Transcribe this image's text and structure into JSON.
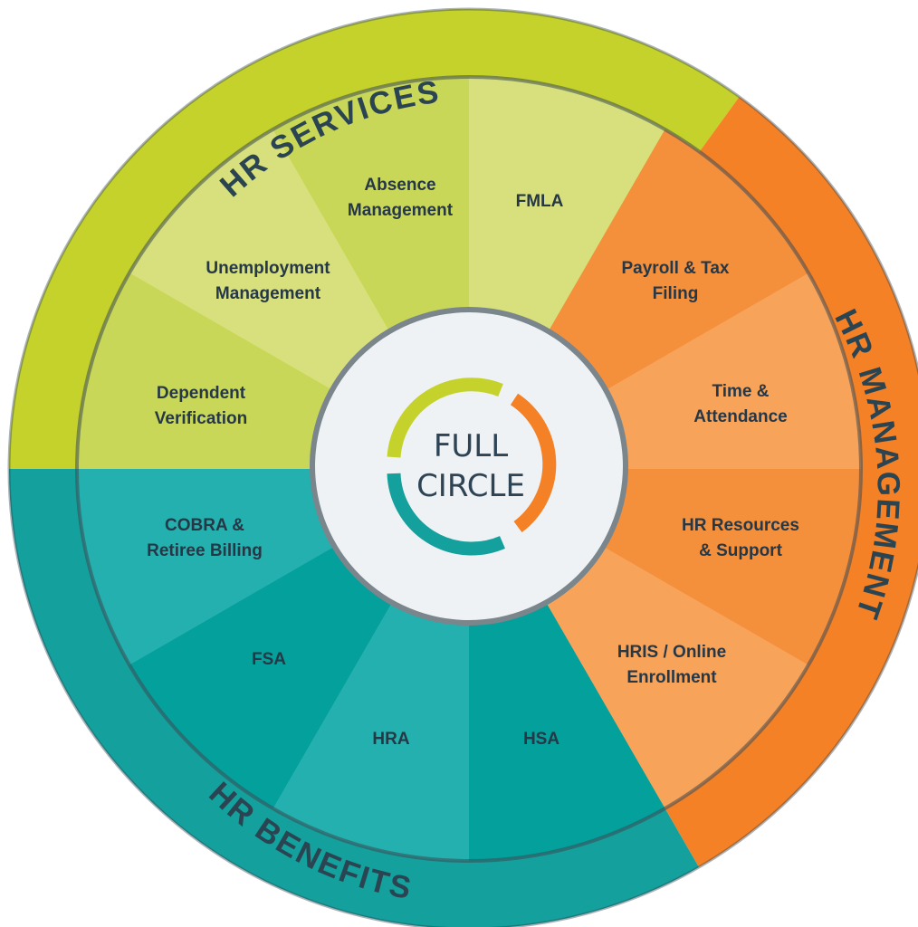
{
  "groups": [
    {
      "name": "HR SERVICES",
      "colors": {
        "ring": "#c4d22b",
        "light": "#d7e07c",
        "dark": "#c9d758"
      },
      "segments": [
        "FMLA",
        "Absence Management",
        "Unemployment Management",
        "Dependent Verification"
      ]
    },
    {
      "name": "HR BENEFITS",
      "colors": {
        "ring": "#14a09c",
        "light": "#24b0ae",
        "dark": "#03a09c"
      },
      "segments": [
        "COBRA & Retiree Billing",
        "FSA",
        "HRA",
        "HSA"
      ]
    },
    {
      "name": "HR MANAGEMENT",
      "colors": {
        "ring": "#f48126",
        "light": "#f7a35a",
        "dark": "#f48f3c"
      },
      "segments": [
        "HRIS / Online Enrollment",
        "HR Resources & Support",
        "Time & Attendance",
        "Payroll & Tax Filing"
      ]
    }
  ],
  "center": {
    "line1": "FULL",
    "line2": "CIRCLE",
    "colors": {
      "background": "#eef2f4",
      "text": "#2e4455",
      "accent_green": "#c4d22b",
      "accent_orange": "#f48126",
      "accent_teal": "#14a09c"
    }
  }
}
